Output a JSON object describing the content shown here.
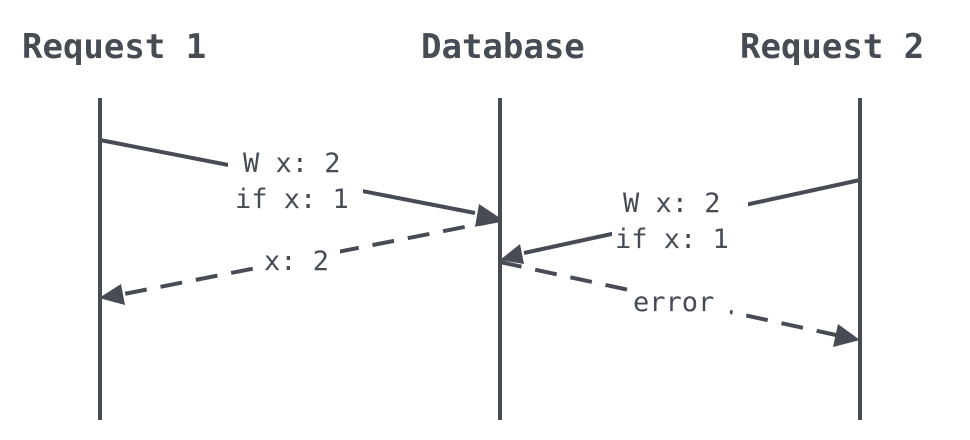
{
  "participants": {
    "request1": "Request 1",
    "database": "Database",
    "request2": "Request 2"
  },
  "messages": {
    "m1_line1": "W x: 2",
    "m1_line2": "if x: 1",
    "m2": "x: 2",
    "m3_line1": "W x: 2",
    "m3_line2": "if x: 1",
    "m4": "error"
  },
  "colors": {
    "ink": "#474c54",
    "background": "#ffffff"
  }
}
